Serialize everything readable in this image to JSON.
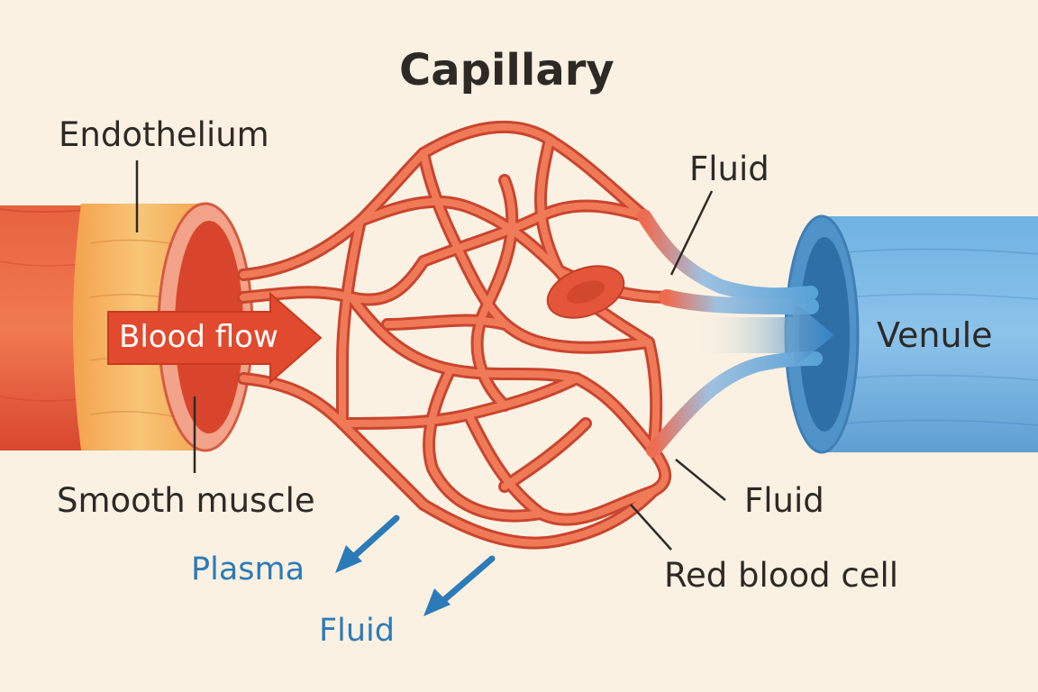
{
  "title": "Capillary",
  "labels": {
    "endothelium": "Endothelium",
    "smooth_muscle": "Smooth muscle",
    "blood_flow": "Blood flow",
    "fluid_top": "Fluid",
    "venule": "Venule",
    "fluid_right": "Fluid",
    "red_blood_cell": "Red blood cell",
    "plasma": "Plasma",
    "fluid_bottom": "Fluid"
  },
  "colors": {
    "background": "#fbf1e2",
    "arteriole": "#e4553a",
    "endothelium_band": "#f2b15f",
    "capillary": "#ef6b4f",
    "venule": "#5aa3d8",
    "outflow_arrow": "#2c7bb8",
    "text": "#2d2a26"
  }
}
